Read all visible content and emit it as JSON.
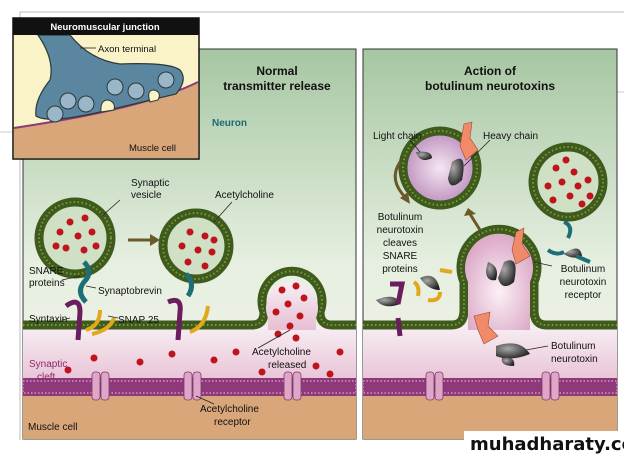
{
  "inset": {
    "title": "Neuromuscular junction",
    "axon_terminal": "Axon terminal",
    "muscle_cell": "Muscle cell"
  },
  "left_panel": {
    "title_line1": "Normal",
    "title_line2": "transmitter release",
    "neuron": "Neuron",
    "synaptic_vesicle_1": "Synaptic",
    "synaptic_vesicle_2": "vesicle",
    "acetylcholine": "Acetylcholine",
    "snare_1": "SNARE",
    "snare_2": "proteins",
    "synaptobrevin": "Synaptobrevin",
    "syntaxin": "Syntaxin",
    "snap25": "SNAP 25",
    "synaptic_cleft_1": "Synaptic",
    "synaptic_cleft_2": "cleft",
    "ach_released_1": "Acetylcholine",
    "ach_released_2": "released",
    "muscle_cell": "Muscle cell",
    "ach_receptor_1": "Acetylcholine",
    "ach_receptor_2": "receptor"
  },
  "right_panel": {
    "title_line1": "Action of",
    "title_line2": "botulinum neurotoxins",
    "light_chain": "Light chain",
    "heavy_chain": "Heavy chain",
    "cleaves": [
      "Botulinum",
      "neurotoxin",
      "cleaves",
      "SNARE",
      "proteins"
    ],
    "receptor": [
      "Botulinum",
      "neurotoxin",
      "receptor"
    ],
    "toxin": [
      "Botulinum",
      "neurotoxin"
    ]
  },
  "watermark": "muhadharaty.com",
  "colors": {
    "neuron_top": "#a8c8a4",
    "cleft": "#f3dbe6",
    "membrane_post": "#8e3a7a",
    "muscle": "#d9a67a",
    "vesicle": "#3e5a1c",
    "acetylcholine": "#c0141c",
    "syntaxin": "#6a1e5e",
    "snap25": "#e0a81a",
    "synaptobrevin": "#1e6e78",
    "heavy_chain": "#f08a68",
    "toxin": "#333333",
    "neuron_label": "#1e6a78",
    "cleft_label": "#8e2a6a"
  }
}
